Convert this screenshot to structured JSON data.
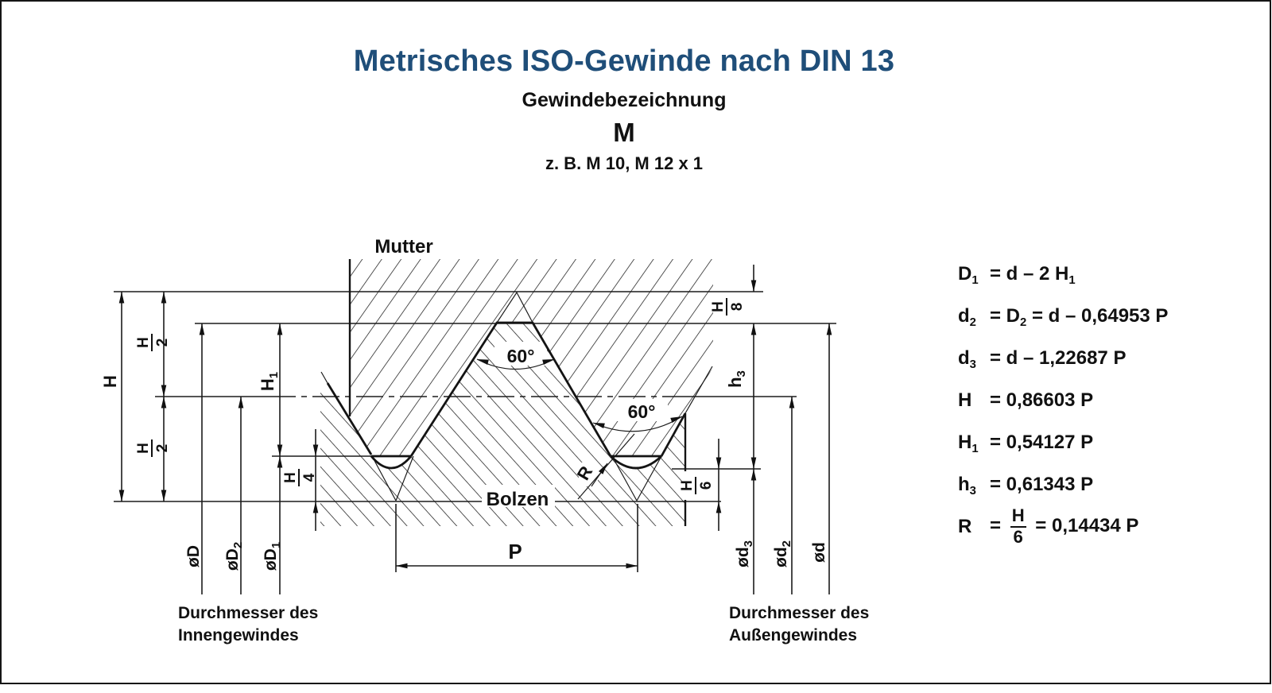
{
  "title": {
    "main": "Metrisches ISO-Gewinde nach DIN 13",
    "sub": "Gewindebezeichnung",
    "designation": "M",
    "example": "z. B. M 10, M 12 x 1"
  },
  "accent_color": "#1F4E79",
  "captions": {
    "inner_line1": "Durchmesser des",
    "inner_line2": "Innengewindes",
    "outer_line1": "Durchmesser des",
    "outer_line2": "Außengewindes"
  },
  "labels": {
    "mutter": "Mutter",
    "bolzen": "Bolzen",
    "pitch": "P",
    "radius": "R",
    "angle_top": "60°",
    "angle_right": "60°",
    "H": "H",
    "H2": {
      "n": "H",
      "d": "2"
    },
    "H4": {
      "n": "H",
      "d": "4"
    },
    "H8": {
      "n": "H",
      "d": "8"
    },
    "H6": {
      "n": "H",
      "d": "6"
    },
    "H1": {
      "base": "H",
      "sub": "1"
    },
    "h3": {
      "base": "h",
      "sub": "3"
    },
    "dia_D": {
      "base": "øD",
      "sub": ""
    },
    "dia_D2": {
      "base": "øD",
      "sub": "2"
    },
    "dia_D1": {
      "base": "øD",
      "sub": "1"
    },
    "dia_d3": {
      "base": "ød",
      "sub": "3"
    },
    "dia_d2": {
      "base": "ød",
      "sub": "2"
    },
    "dia_d": {
      "base": "ød",
      "sub": ""
    }
  },
  "formulas": [
    {
      "var": [
        {
          "t": "D"
        },
        {
          "s": "1"
        }
      ],
      "expr": [
        {
          "t": "= d – 2 H"
        },
        {
          "s": "1"
        }
      ]
    },
    {
      "var": [
        {
          "t": "d"
        },
        {
          "s": "2"
        }
      ],
      "expr": [
        {
          "t": "= D"
        },
        {
          "s": "2"
        },
        {
          "t": " = d – 0,64953 P"
        }
      ]
    },
    {
      "var": [
        {
          "t": "d"
        },
        {
          "s": "3"
        }
      ],
      "expr": [
        {
          "t": "= d – 1,22687 P"
        }
      ]
    },
    {
      "var": [
        {
          "t": "H"
        }
      ],
      "expr": [
        {
          "t": "= 0,86603 P"
        }
      ]
    },
    {
      "var": [
        {
          "t": "H"
        },
        {
          "s": "1"
        }
      ],
      "expr": [
        {
          "t": "= 0,54127 P"
        }
      ]
    },
    {
      "var": [
        {
          "t": "h"
        },
        {
          "s": "3"
        }
      ],
      "expr": [
        {
          "t": "= 0,61343 P"
        }
      ]
    },
    {
      "var": [
        {
          "t": "R"
        }
      ],
      "expr": [
        {
          "t": "= "
        },
        {
          "f": [
            "H",
            "6"
          ]
        },
        {
          "t": " = 0,14434 P"
        }
      ]
    }
  ]
}
